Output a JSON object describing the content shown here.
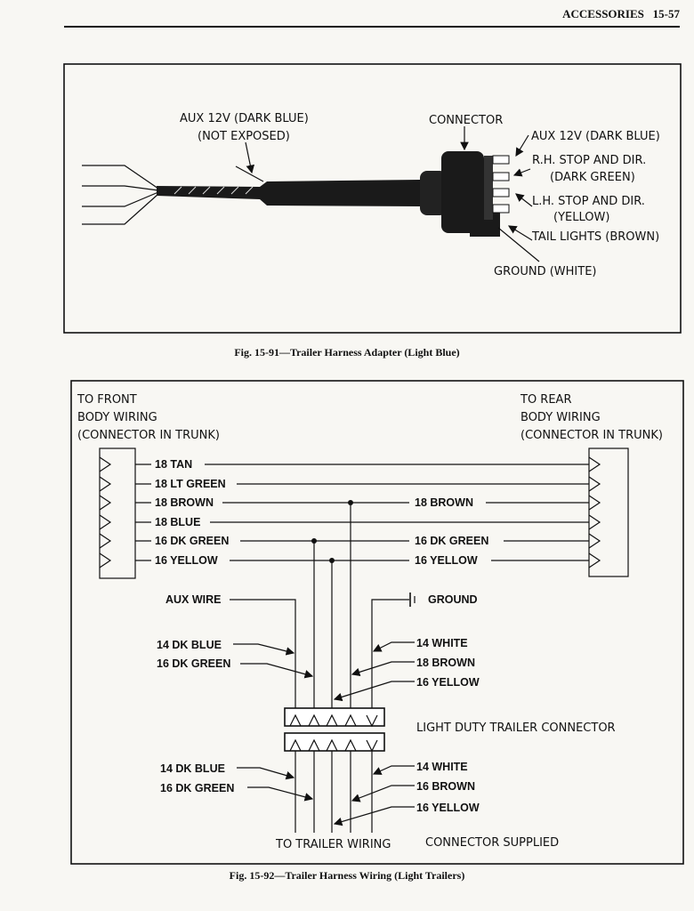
{
  "header": {
    "section": "ACCESSORIES",
    "page": "15-57"
  },
  "fig1": {
    "caption": "Fig. 15-91—Trailer Harness Adapter (Light Blue)",
    "aux_label_1": "AUX 12V (DARK BLUE)",
    "aux_label_2": "(NOT EXPOSED)",
    "connector": "CONNECTOR",
    "right_aux": "AUX 12V (DARK BLUE)",
    "rh_1": "R.H. STOP AND DIR.",
    "rh_2": "(DARK GREEN)",
    "lh_1": "L.H. STOP AND DIR.",
    "lh_2": "(YELLOW)",
    "tail": "TAIL LIGHTS (BROWN)",
    "ground": "GROUND (WHITE)"
  },
  "fig2": {
    "caption": "Fig. 15-92—Trailer Harness Wiring (Light Trailers)",
    "front_1": "TO FRONT",
    "front_2": "BODY WIRING",
    "front_3": "(CONNECTOR IN TRUNK)",
    "rear_1": "TO REAR",
    "rear_2": "BODY WIRING",
    "rear_3": "(CONNECTOR IN TRUNK)",
    "wires": [
      "18 TAN",
      "18 LT GREEN",
      "18 BROWN",
      "18 BLUE",
      "16 DK GREEN",
      "16 YELLOW"
    ],
    "mid_brown": "18 BROWN",
    "mid_green": "16 DK GREEN",
    "mid_yellow": "16 YELLOW",
    "aux_wire": "AUX WIRE",
    "ground": "GROUND",
    "upper_left": [
      "14 DK BLUE",
      "16 DK GREEN"
    ],
    "upper_right": [
      "14 WHITE",
      "18 BROWN",
      "16 YELLOW"
    ],
    "trailer_connector": "LIGHT DUTY TRAILER CONNECTOR",
    "lower_left": [
      "14 DK BLUE",
      "16 DK GREEN"
    ],
    "lower_right": [
      "14 WHITE",
      "16 BROWN",
      "16 YELLOW"
    ],
    "to_trailer": "TO TRAILER WIRING",
    "supplied": "CONNECTOR SUPPLIED"
  }
}
